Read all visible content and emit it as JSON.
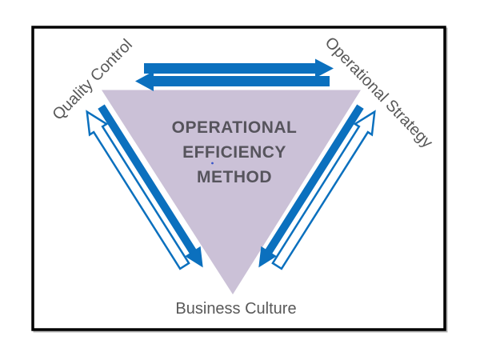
{
  "figure": {
    "title_lines": [
      "OPERATIONAL",
      "EFFICIENCY",
      "METHOD"
    ],
    "vertex_labels": {
      "top_left": "Quality Control",
      "top_right": "Operational Strategy",
      "bottom": "Business Culture"
    },
    "colors": {
      "arrow_blue": "#0B70BE",
      "triangle_fill": "#CBC1D7",
      "vertex_label_text": "#595959",
      "center_text": "#56545C",
      "frame_border": "#000000",
      "stray_dot": "#3A56C9"
    }
  }
}
